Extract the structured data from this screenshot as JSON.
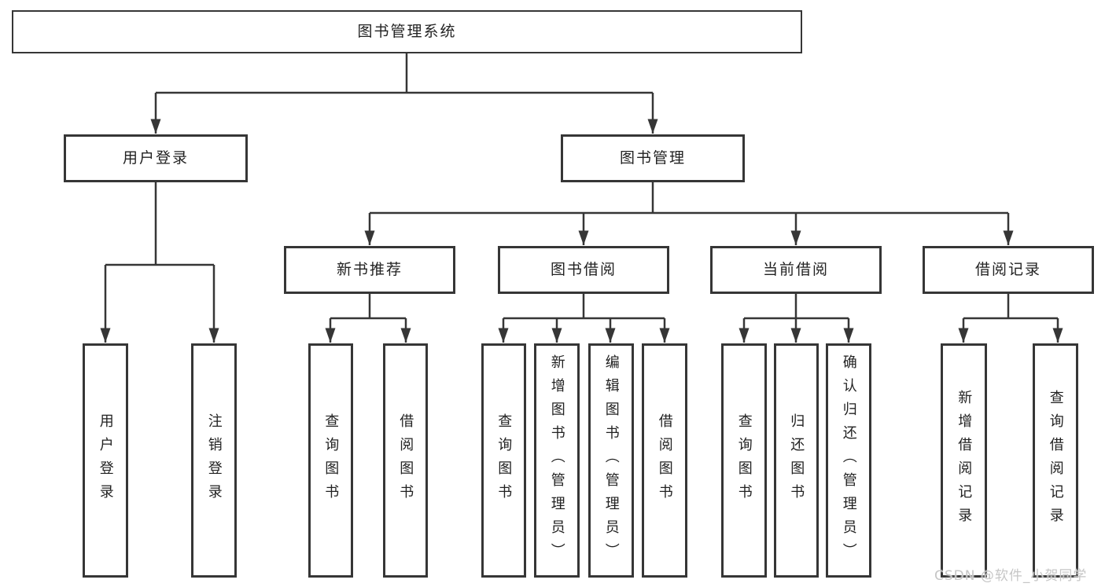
{
  "tree": {
    "label": "图书管理系统",
    "children": [
      {
        "label": "用户登录",
        "children": [
          {
            "label": "用户登录"
          },
          {
            "label": "注销登录"
          }
        ]
      },
      {
        "label": "图书管理",
        "children": [
          {
            "label": "新书推荐",
            "children": [
              {
                "label": "查询图书"
              },
              {
                "label": "借阅图书"
              }
            ]
          },
          {
            "label": "图书借阅",
            "children": [
              {
                "label": "查询图书"
              },
              {
                "label": "新增图书（管理员）"
              },
              {
                "label": "编辑图书（管理员）"
              },
              {
                "label": "借阅图书"
              }
            ]
          },
          {
            "label": "当前借阅",
            "children": [
              {
                "label": "查询图书"
              },
              {
                "label": "归还图书"
              },
              {
                "label": "确认归还（管理员）"
              }
            ]
          },
          {
            "label": "借阅记录",
            "children": [
              {
                "label": "新增借阅记录"
              },
              {
                "label": "查询借阅记录"
              }
            ]
          }
        ]
      }
    ]
  },
  "watermark": "CSDN @软件_小贺同学",
  "colors": {
    "line": "#363636",
    "text": "#222222",
    "watermark": "#c6c6c6",
    "background": "#ffffff"
  }
}
